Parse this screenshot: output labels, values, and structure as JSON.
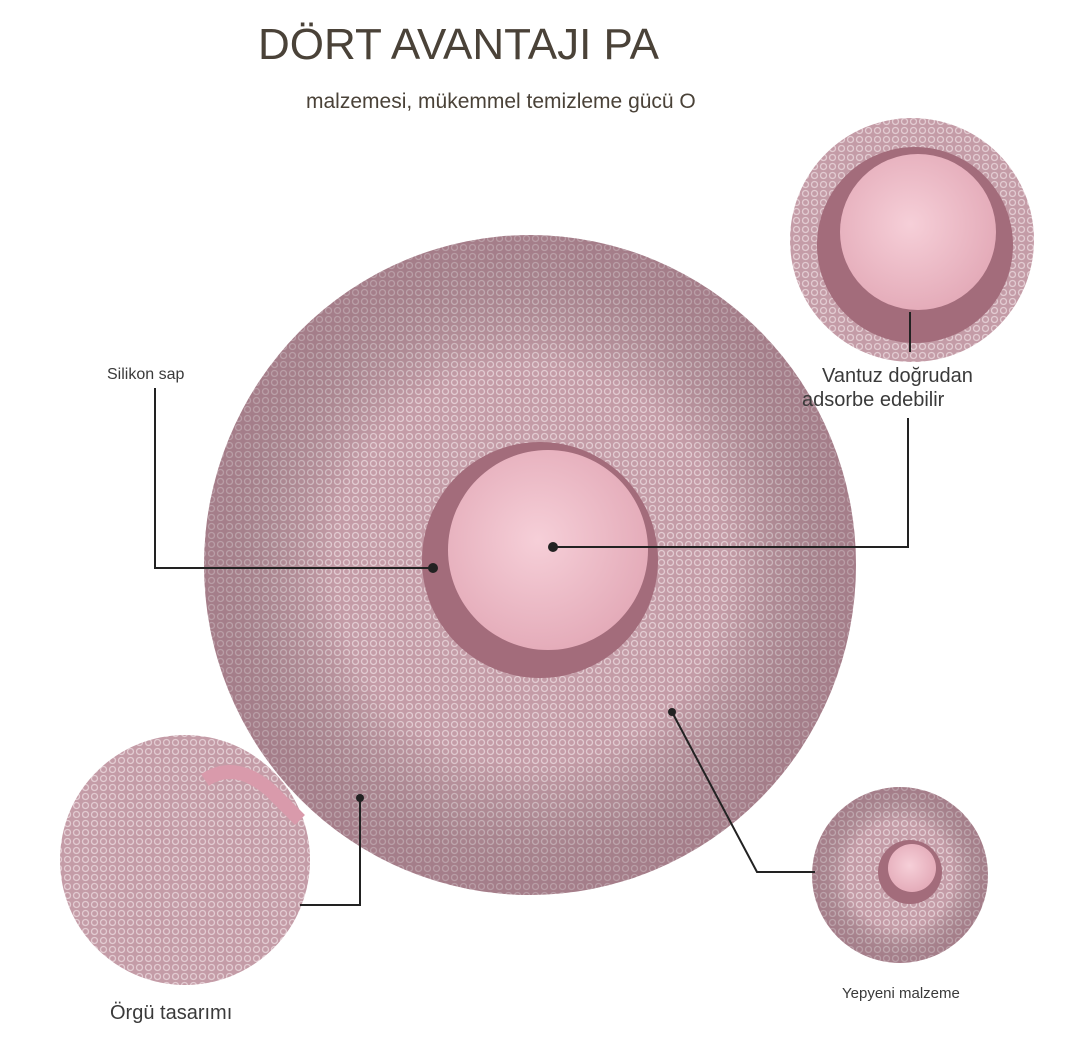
{
  "title": "DÖRT AVANTAJI PA",
  "subtitle": "malzemesi, mükemmel temizleme gücü O",
  "labels": {
    "silicone_handle": "Silikon sap",
    "suction_line1": "Vantuz doğrudan",
    "suction_line2": "adsorbe edebilir",
    "knit_design": "Örgü tasarımı",
    "new_material": "Yepyeni malzeme"
  },
  "colors": {
    "mesh": "#c9a3ad",
    "hub_outer": "#a8707f",
    "hub_inner": "#eab6c2"
  }
}
